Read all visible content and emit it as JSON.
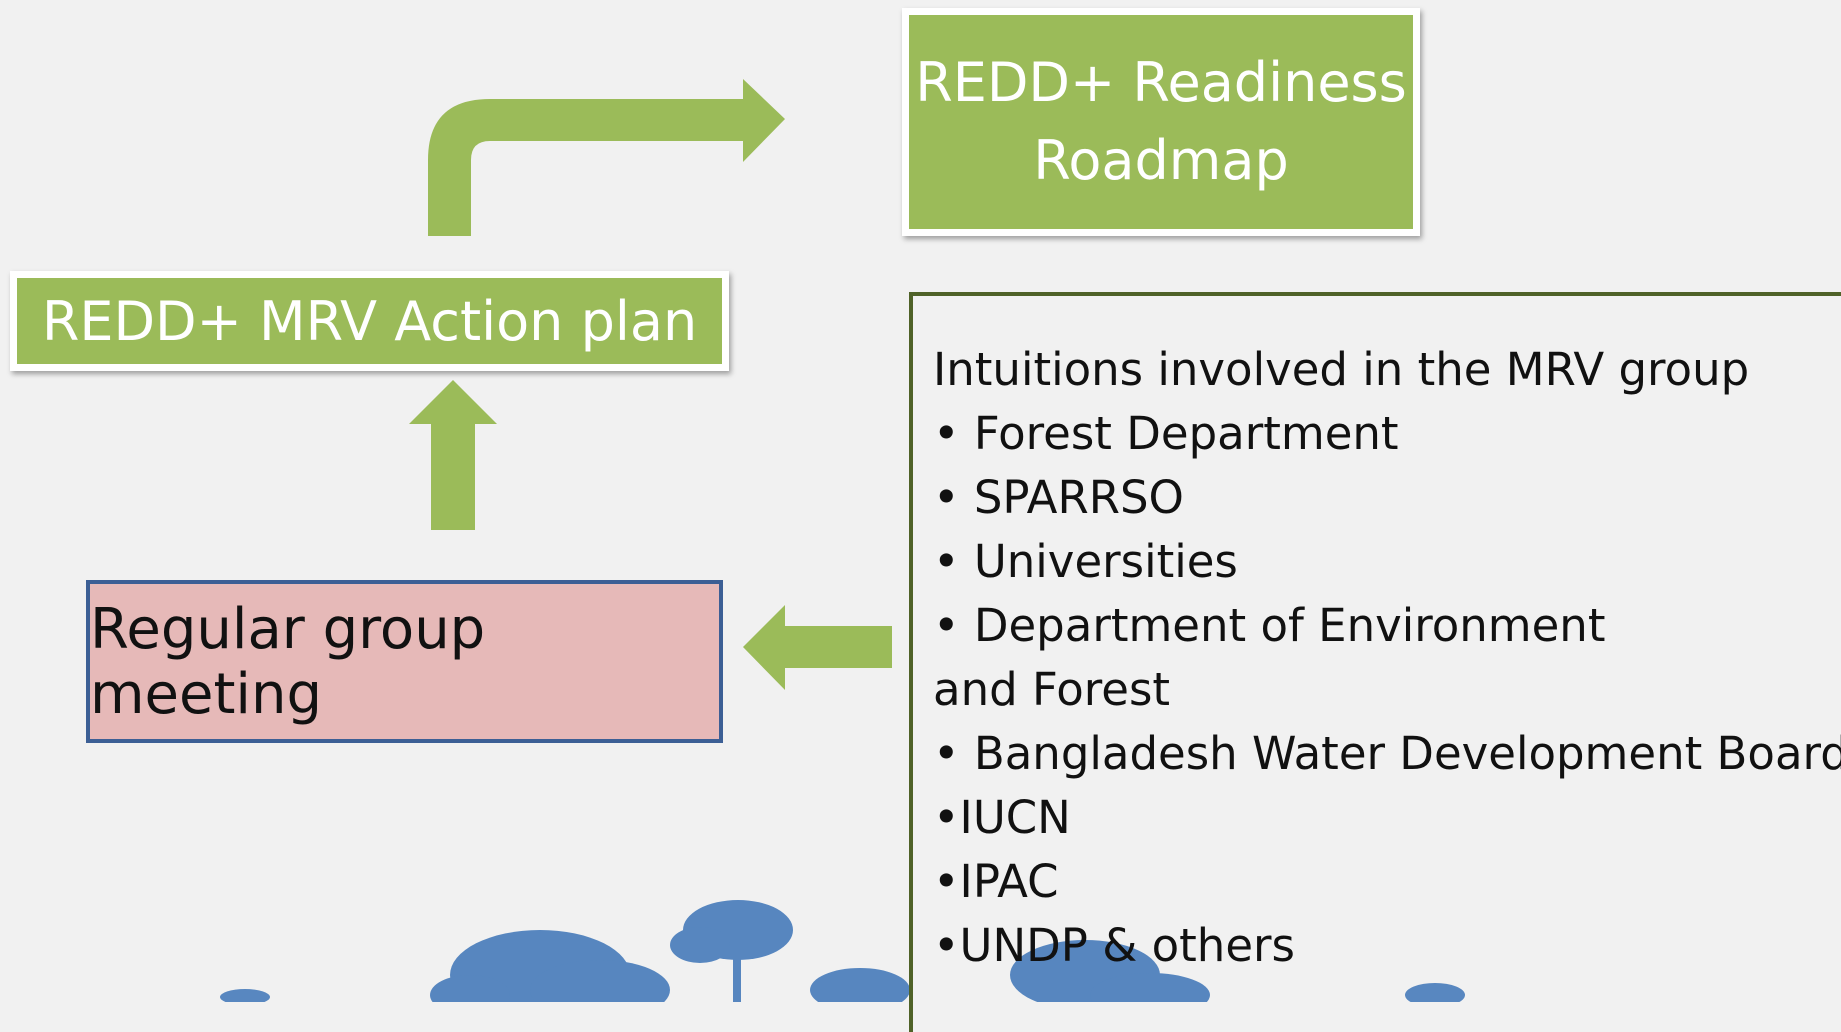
{
  "roadmap": {
    "line1": "REDD+ Readiness",
    "line2": "Roadmap"
  },
  "action_plan": {
    "label": "REDD+ MRV Action plan"
  },
  "meeting": {
    "label": "Regular group meeting"
  },
  "institutions": {
    "heading": "Intuitions involved in the MRV group",
    "items": [
      "• Forest Department",
      "• SPARRSO",
      "• Universities",
      "• Department of Environment and Forest",
      "• Bangladesh Water Development Board",
      "•IUCN",
      "•IPAC",
      "•UNDP & others"
    ]
  },
  "colors": {
    "box_green": "#9bbb59",
    "meeting_fill": "#e6b9b8",
    "meeting_border": "#3c5f95",
    "list_border": "#4f6228",
    "tree_blue": "#4f81bd"
  }
}
